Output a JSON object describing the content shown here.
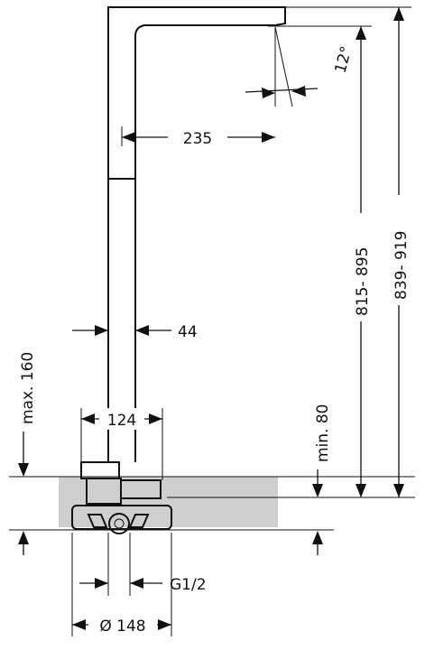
{
  "colors": {
    "ink": "#111111",
    "floor_fill": "#cfcfcf",
    "background": "#ffffff"
  },
  "dimensions": {
    "spout_reach": "235",
    "spout_angle": "12°",
    "column_width": "44",
    "base_width": "124",
    "max_concealed_depth": "max. 160",
    "min_floor_depth": "min. 80",
    "outlet_height": "815- 895",
    "total_height": "839- 919",
    "connection_thread": "G1/2",
    "flange_diameter": "Ø 148"
  }
}
